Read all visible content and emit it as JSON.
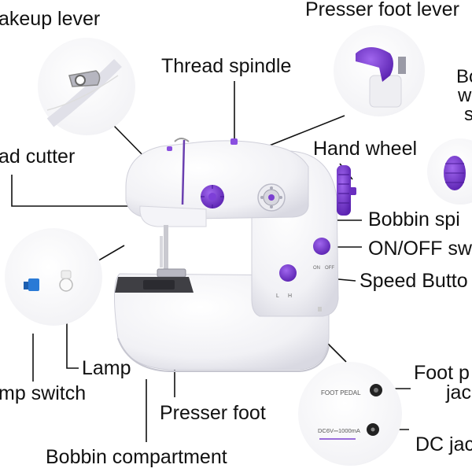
{
  "labels": {
    "takeup_lever": "akeup lever",
    "presser_foot_lever": "Presser foot lever",
    "thread_spindle": "Thread spindle",
    "bobbin_winder_line1": "Bo",
    "bobbin_winder_line2": "w",
    "bobbin_winder_line3": "s",
    "thread_cutter": "ad cutter",
    "hand_wheel": "Hand wheel",
    "bobbin_spindle": "Bobbin spi",
    "on_off_switch": "ON/OFF sw",
    "speed_button": "Speed Butto",
    "lamp": "Lamp",
    "lamp_switch": "mp switch",
    "foot_pedal_jack_line1": "Foot p",
    "foot_pedal_jack_line2": "jac",
    "presser_foot": "Presser foot",
    "dc_jack": "DC jac",
    "bobbin_compartment": "Bobbin compartment"
  },
  "panel_text": {
    "foot_pedal": "FOOT PEDAL",
    "dc_rating": "DC6V⎓1000mA",
    "speed_low": "L",
    "speed_high": "H",
    "on_mark": "ON",
    "off_mark": "OFF"
  },
  "colors": {
    "accent": "#7b3fd0",
    "accent_dark": "#5a2aa6",
    "body_white": "#f7f7fa",
    "body_shadow": "#dcdce4",
    "line": "#111111"
  }
}
